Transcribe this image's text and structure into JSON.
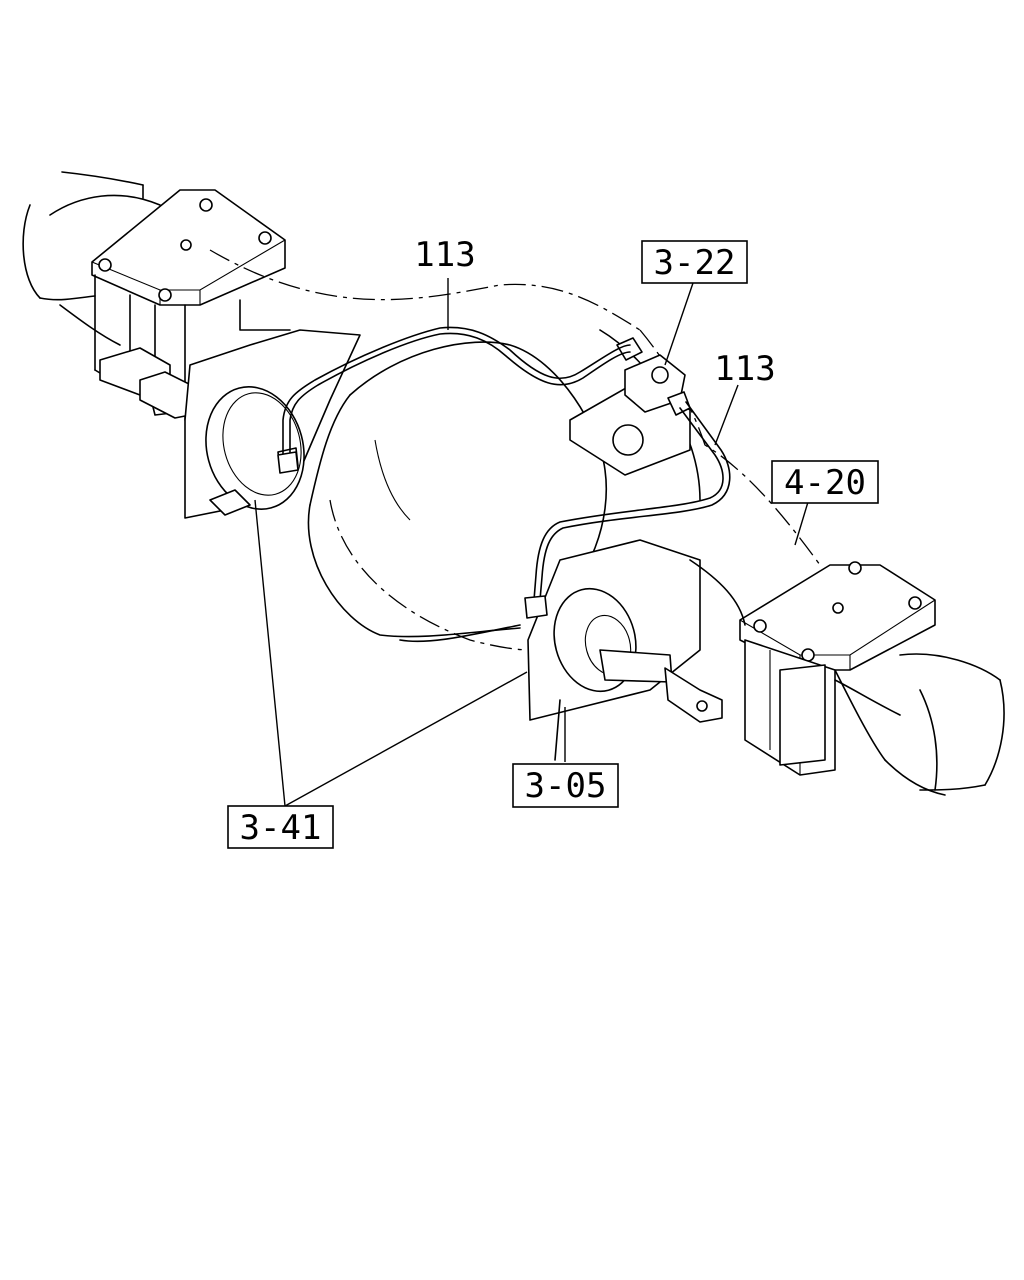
{
  "callouts": {
    "c113_top": "113",
    "c113_right": "113",
    "c322": "3-22",
    "c420": "4-20",
    "c305": "3-05",
    "c341": "3-41"
  }
}
